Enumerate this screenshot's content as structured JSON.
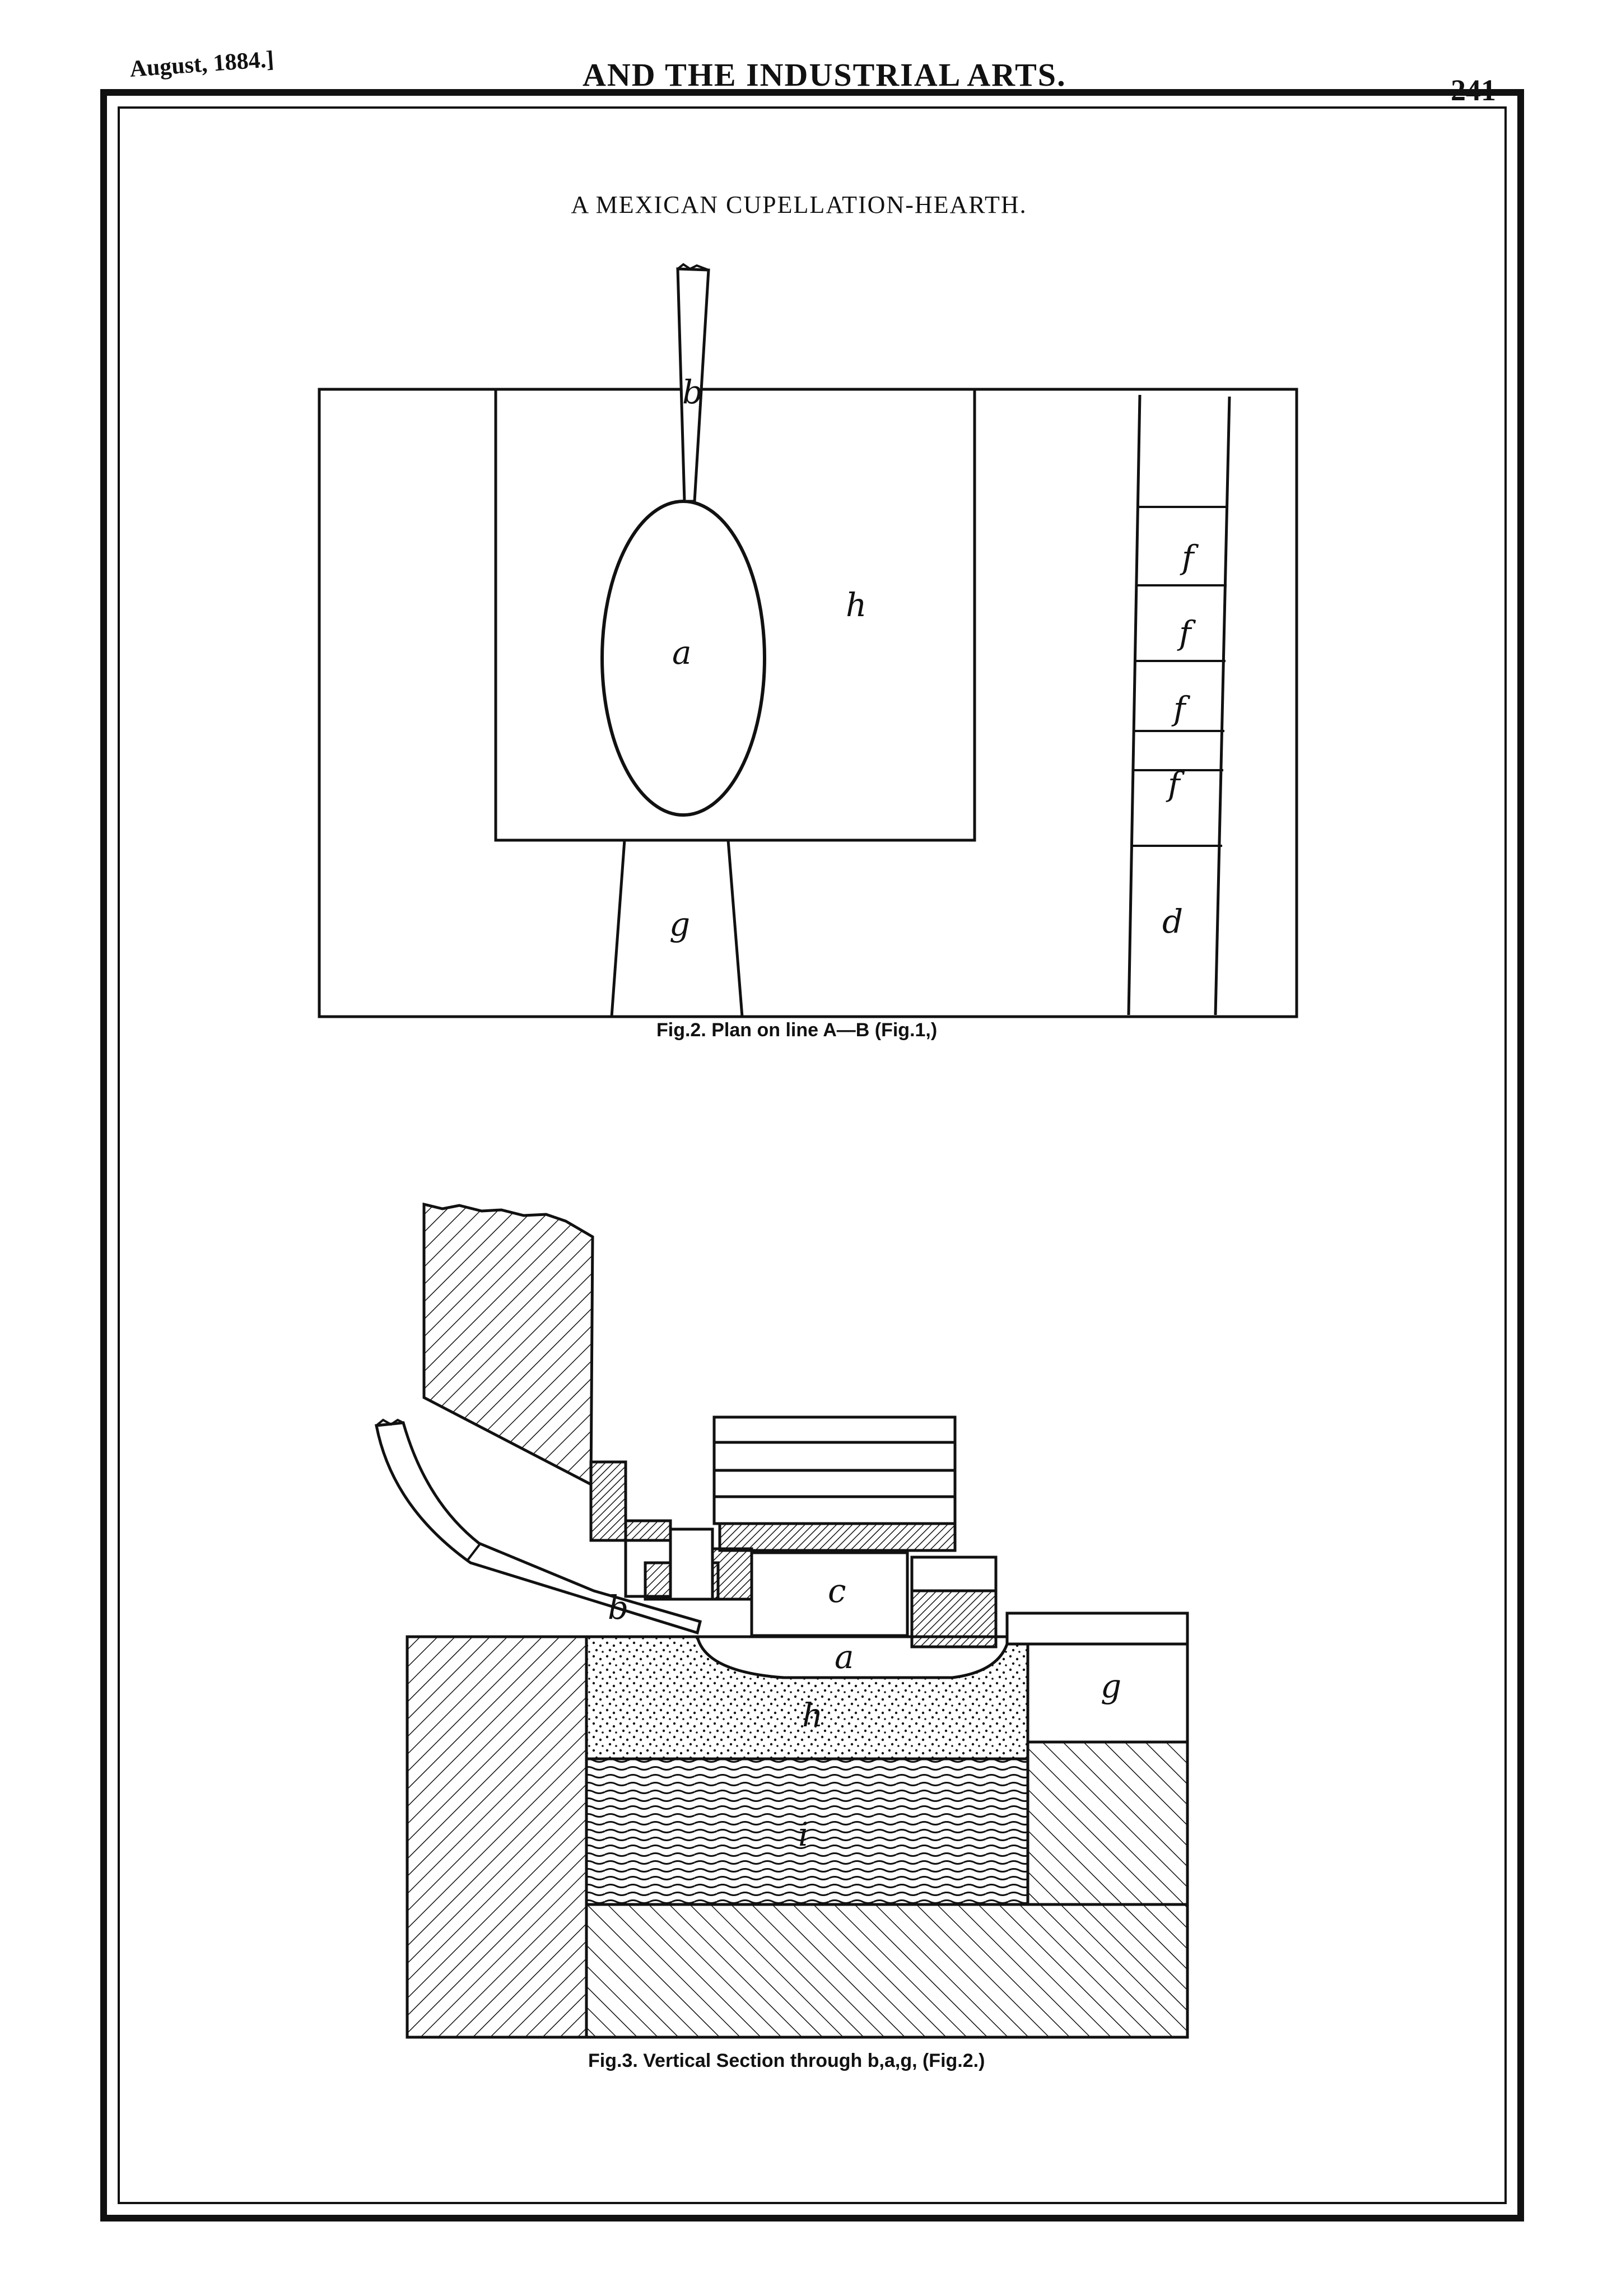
{
  "header": {
    "date": "August, 1884.]",
    "journal": "AND THE INDUSTRIAL ARTS.",
    "page": "241"
  },
  "plate": {
    "title": "A MEXICAN CUPELLATION-HEARTH."
  },
  "fig2": {
    "caption": "Fig.2. Plan on line A—B (Fig.1,)",
    "labels": {
      "a": "a",
      "b": "b",
      "h": "h",
      "g": "g",
      "d": "d",
      "f": [
        "f",
        "f",
        "f",
        "f"
      ]
    }
  },
  "fig3": {
    "caption": "Fig.3. Vertical Section through b,a,g, (Fig.2.)",
    "labels": {
      "b": "b",
      "c": "c",
      "a": "a",
      "h": "h",
      "i": "i",
      "g": "g"
    }
  }
}
